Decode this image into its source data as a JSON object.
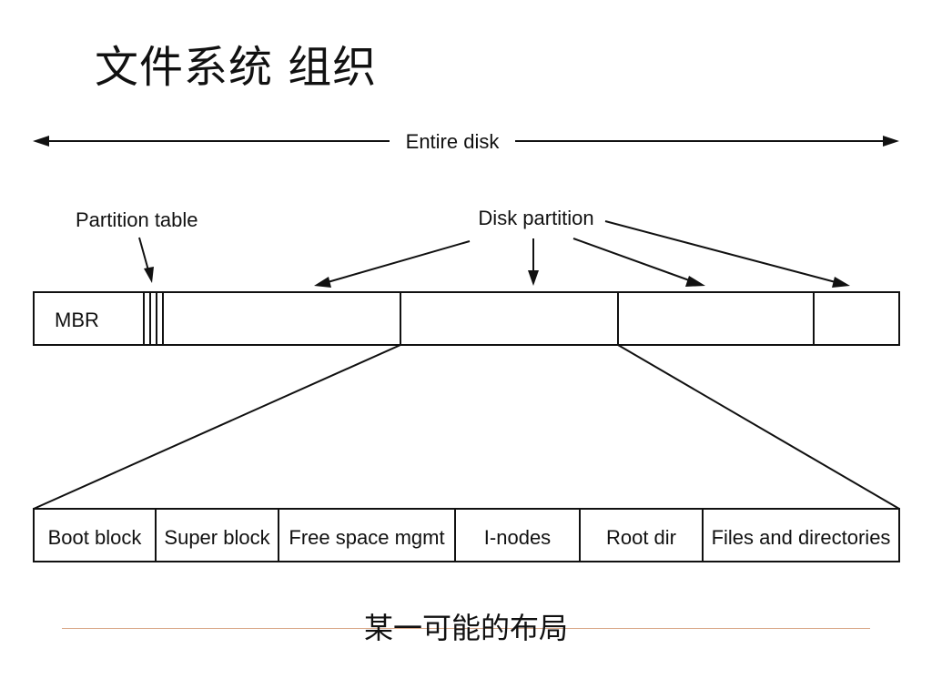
{
  "title": "文件系统 组织",
  "diagram": {
    "entire_disk_label": "Entire disk",
    "partition_table_label": "Partition table",
    "disk_partition_label": "Disk partition",
    "mbr_label": "MBR",
    "layout_blocks": [
      "Boot block",
      "Super block",
      "Free space mgmt",
      "I-nodes",
      "Root dir",
      "Files and directories"
    ]
  },
  "caption": "某一可能的布局",
  "colors": {
    "line": "#111111",
    "caption_rule": "#d9a889",
    "background": "#ffffff"
  }
}
